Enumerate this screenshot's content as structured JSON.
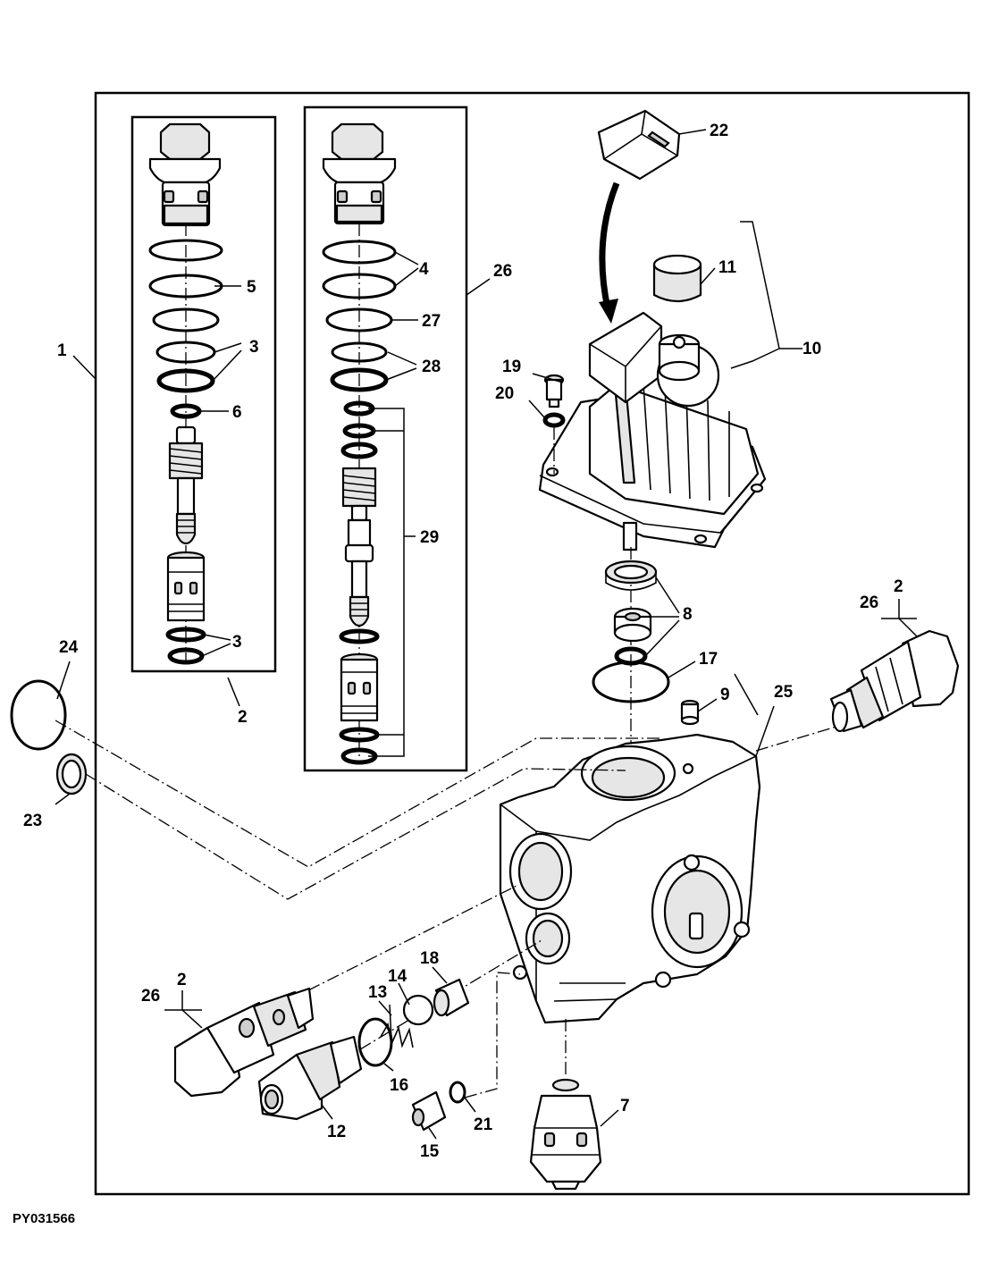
{
  "figure_code": "PY031566",
  "callouts": {
    "c1": "1",
    "c2_left": "2",
    "c2_right": "2",
    "c2_bottom": "2",
    "c3_a": "3",
    "c3_b": "3",
    "c4": "4",
    "c5": "5",
    "c6": "6",
    "c7": "7",
    "c8": "8",
    "c9": "9",
    "c10": "10",
    "c11": "11",
    "c12": "12",
    "c13": "13",
    "c14": "14",
    "c15": "15",
    "c16": "16",
    "c17": "17",
    "c18": "18",
    "c19": "19",
    "c20": "20",
    "c21": "21",
    "c22": "22",
    "c23": "23",
    "c24": "24",
    "c25": "25",
    "c26_a": "26",
    "c26_right": "26",
    "c26_bottom": "26",
    "c27": "27",
    "c28": "28",
    "c29": "29"
  }
}
